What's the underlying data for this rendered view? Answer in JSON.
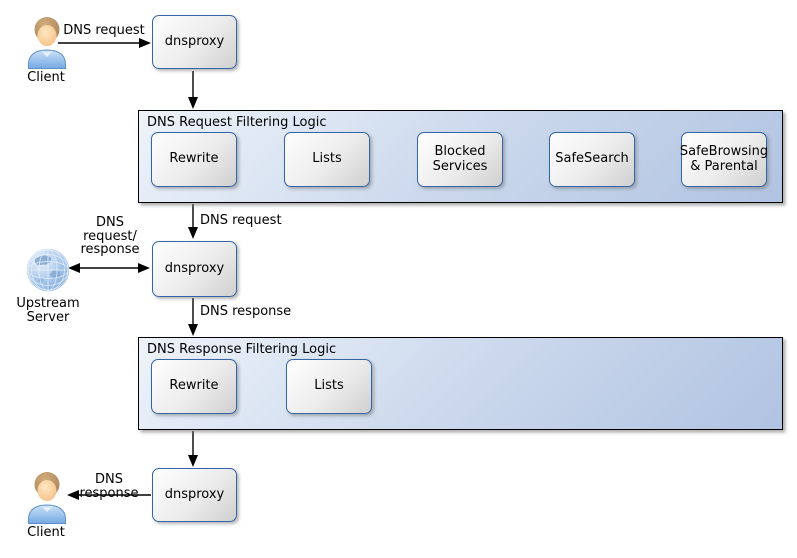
{
  "nodes": {
    "client_top": {
      "label": "Client",
      "icon": "person-icon"
    },
    "dnsproxy_top": {
      "label": "dnsproxy"
    },
    "dnsproxy_mid": {
      "label": "dnsproxy"
    },
    "upstream": {
      "label": "Upstream\nServer",
      "icon": "globe-icon"
    },
    "dnsproxy_bottom": {
      "label": "dnsproxy"
    },
    "client_bottom": {
      "label": "Client",
      "icon": "person-icon"
    }
  },
  "containers": {
    "request": {
      "title": "DNS Request Filtering Logic",
      "steps": [
        {
          "label": "Rewrite"
        },
        {
          "label": "Lists"
        },
        {
          "label": "Blocked\nServices"
        },
        {
          "label": "SafeSearch"
        },
        {
          "label": "SafeBrowsing\n& Parental"
        }
      ]
    },
    "response": {
      "title": "DNS Response Filtering Logic",
      "steps": [
        {
          "label": "Rewrite"
        },
        {
          "label": "Lists"
        }
      ]
    }
  },
  "edge_labels": {
    "client_to_proxy": "DNS request",
    "filter_to_proxy": "DNS request",
    "upstream_exchange": "DNS\nrequest/\nresponse",
    "proxy_to_filter": "DNS response",
    "proxy_to_client": "DNS response"
  },
  "colors": {
    "box_border": "#3465a4",
    "box_fill_light": "#fefefe",
    "box_fill_dark": "#cfcfcf",
    "container_fill_light": "#eef3fa",
    "container_fill_dark": "#b0c3e1",
    "container_border": "#000000",
    "arrow": "#000000"
  }
}
